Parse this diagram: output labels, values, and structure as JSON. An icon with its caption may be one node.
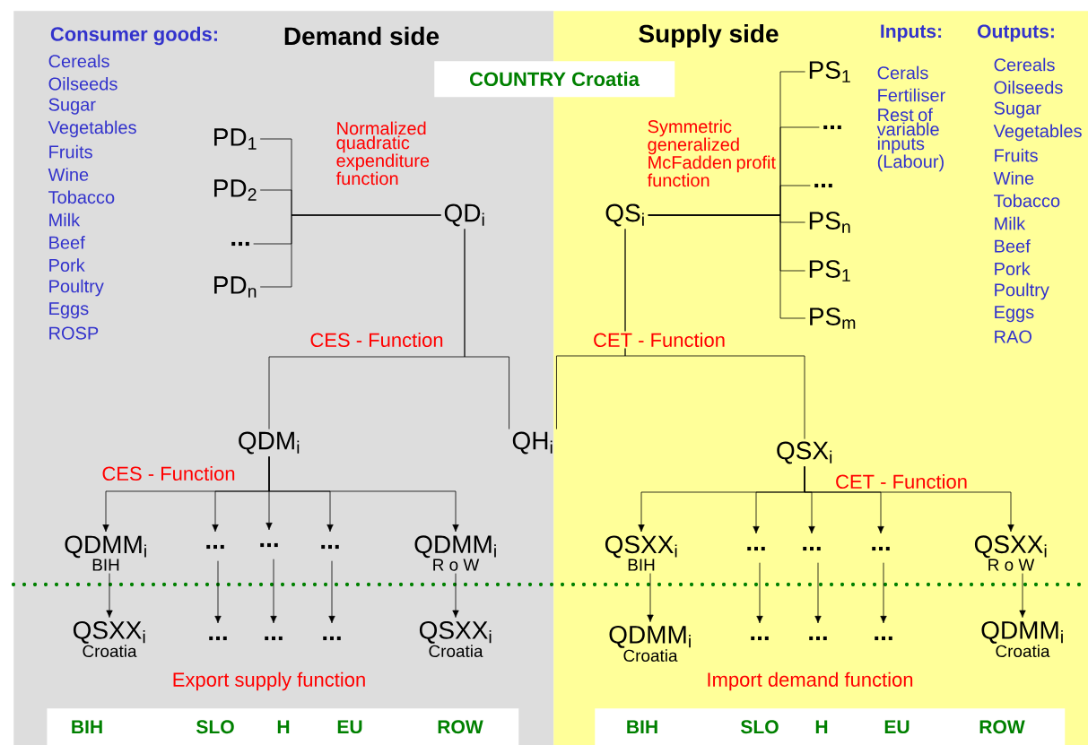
{
  "diagram": {
    "nodes": [
      {
        "text": [
          "Demand side"
        ]
      },
      {
        "text": [
          "Supply side"
        ]
      },
      {
        "text": [
          "COUNTRY Croatia"
        ]
      },
      {
        "text": [
          "PD$_{1}$"
        ],
        "in": 0
      },
      {
        "text": [
          "PD$_{2}$"
        ],
        "in": 0
      },
      {
        "text": [
          "..."
        ],
        "in": 0
      },
      {
        "text": [
          "PD$_{n}$"
        ],
        "in": 0
      },
      {
        "text": [
          "QD$_{i}$"
        ],
        "in": 0
      },
      {
        "text": [
          "QS$_{i}$"
        ],
        "in": 1
      },
      {
        "text": [
          "PS$_{1}$"
        ],
        "in": 1
      },
      {
        "text": [
          "..."
        ],
        "in": 1
      },
      {
        "text": [
          "..."
        ],
        "in": 1
      },
      {
        "text": [
          "PS$_{n}$"
        ],
        "in": 1
      },
      {
        "text": [
          "PS$_{1}$"
        ],
        "in": 1
      },
      {
        "text": [
          "PS$_{m}$"
        ],
        "in": 1
      },
      {
        "text": [
          "QDM$_{i}$"
        ],
        "in": 0
      },
      {
        "text": [
          "QH$_{i}$"
        ],
        "in": 0
      },
      {
        "text": [
          "QSX$_{i}$"
        ],
        "in": 1
      },
      {
        "text": [
          "QDMM$_{i}$",
          "BIH"
        ],
        "in": 0
      },
      {
        "text": [
          "..."
        ],
        "in": 0
      },
      {
        "text": [
          "..."
        ],
        "in": 0
      },
      {
        "text": [
          "..."
        ],
        "in": 0
      },
      {
        "text": [
          "QDMM$_{i}$",
          "R o W"
        ],
        "in": 0
      },
      {
        "text": [
          "QSXX$_{i}$",
          "Croatia"
        ],
        "in": 0
      },
      {
        "text": [
          "..."
        ],
        "in": 0
      },
      {
        "text": [
          "..."
        ],
        "in": 0
      },
      {
        "text": [
          "..."
        ],
        "in": 0
      },
      {
        "text": [
          "QSXX$_{i}$",
          "Croatia"
        ],
        "in": 0
      },
      {
        "text": [
          "QSXX$_{i}$",
          "BIH"
        ],
        "in": 1
      },
      {
        "text": [
          "..."
        ],
        "in": 1
      },
      {
        "text": [
          "..."
        ],
        "in": 1
      },
      {
        "text": [
          "..."
        ],
        "in": 1
      },
      {
        "text": [
          "QSXX$_{i}$",
          "R o W"
        ],
        "in": 1
      },
      {
        "text": [
          "QDMM$_{i}$",
          "Croatia"
        ],
        "in": 1
      },
      {
        "text": [
          "..."
        ],
        "in": 1
      },
      {
        "text": [
          "..."
        ],
        "in": 1
      },
      {
        "text": [
          "..."
        ],
        "in": 1
      },
      {
        "text": [
          "QDMM$_{i}$",
          "Croatia"
        ],
        "in": 1
      },
      {
        "text": [
          "BIH",
          "SLO",
          "H",
          "EU",
          "ROW"
        ],
        "in": 0
      },
      {
        "text": [
          "BIH",
          "SLO",
          "H",
          "EU",
          "ROW"
        ],
        "in": 1
      }
    ],
    "edges": [
      {
        "from": 3,
        "to": 7,
        "arrow": "none"
      },
      {
        "from": 4,
        "to": 7,
        "arrow": "none"
      },
      {
        "from": 5,
        "to": 7,
        "arrow": "none"
      },
      {
        "from": 6,
        "to": 7,
        "arrow": "none"
      },
      {
        "from": 8,
        "to": 9,
        "arrow": "none"
      },
      {
        "from": 8,
        "to": 10,
        "arrow": "none"
      },
      {
        "from": 8,
        "to": 11,
        "arrow": "none"
      },
      {
        "from": 8,
        "to": 12,
        "arrow": "none"
      },
      {
        "from": 8,
        "to": 13,
        "arrow": "none"
      },
      {
        "from": 8,
        "to": 14,
        "arrow": "none"
      },
      {
        "from": 7,
        "to": 15,
        "arrow": "none"
      },
      {
        "from": 7,
        "to": 16,
        "arrow": "none"
      },
      {
        "from": 8,
        "to": 16,
        "arrow": "none"
      },
      {
        "from": 8,
        "to": 17,
        "arrow": "none"
      },
      {
        "from": 15,
        "to": 18,
        "arrow": "to"
      },
      {
        "from": 15,
        "to": 19,
        "arrow": "to"
      },
      {
        "from": 15,
        "to": 20,
        "arrow": "to"
      },
      {
        "from": 15,
        "to": 21,
        "arrow": "to"
      },
      {
        "from": 15,
        "to": 22,
        "arrow": "to"
      },
      {
        "from": 18,
        "to": 23,
        "arrow": "to"
      },
      {
        "from": 19,
        "to": 24,
        "arrow": "to"
      },
      {
        "from": 20,
        "to": 25,
        "arrow": "to"
      },
      {
        "from": 21,
        "to": 26,
        "arrow": "to"
      },
      {
        "from": 22,
        "to": 27,
        "arrow": "to"
      },
      {
        "from": 17,
        "to": 28,
        "arrow": "to"
      },
      {
        "from": 17,
        "to": 29,
        "arrow": "to"
      },
      {
        "from": 17,
        "to": 30,
        "arrow": "to"
      },
      {
        "from": 17,
        "to": 31,
        "arrow": "to"
      },
      {
        "from": 17,
        "to": 32,
        "arrow": "to"
      },
      {
        "from": 28,
        "to": 33,
        "arrow": "to"
      },
      {
        "from": 29,
        "to": 34,
        "arrow": "to"
      },
      {
        "from": 30,
        "to": 35,
        "arrow": "to"
      },
      {
        "from": 31,
        "to": 36,
        "arrow": "to"
      },
      {
        "from": 32,
        "to": 37,
        "arrow": "to"
      }
    ],
    "labels": [
      "Consumer goods:",
      "Cereals",
      "Oilseeds",
      "Sugar",
      "Vegetables",
      "Fruits",
      "Wine",
      "Tobacco",
      "Milk",
      "Beef",
      "Pork",
      "Poultry",
      "Eggs",
      "ROSP",
      "Normalized quadratic expenditure function",
      "Inputs:",
      "Outputs:",
      "Cerals",
      "Fertiliser",
      "Rest of variable inputs (Labour)",
      "Cereals",
      "Oilseeds",
      "Sugar",
      "Vegetables",
      "Fruits",
      "Wine",
      "Tobacco",
      "Milk",
      "Beef",
      "Pork",
      "Poultry",
      "Eggs",
      "RAO",
      "Symmetric generalized McFadden profit function",
      "CES - Function",
      "CET - Function",
      "CES - Function",
      "CET - Function",
      "Export supply function",
      "Import demand function"
    ]
  }
}
